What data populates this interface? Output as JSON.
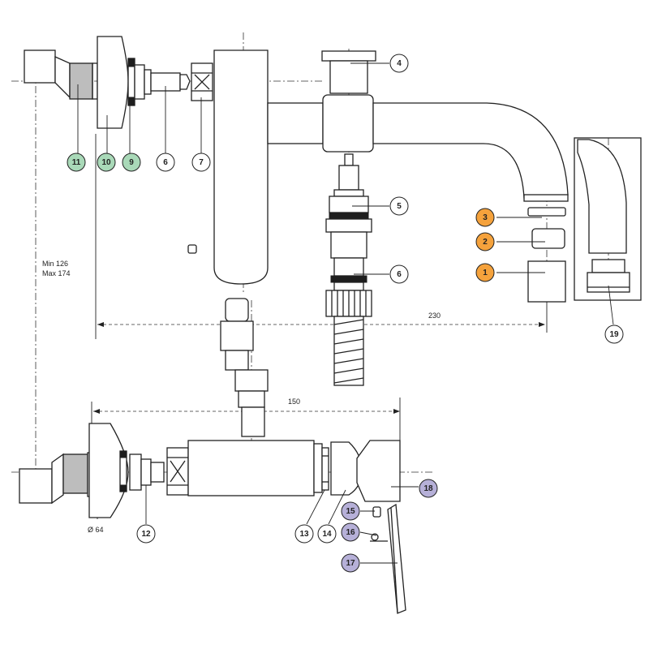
{
  "colors": {
    "green": "#a9d9b8",
    "orange": "#f5a23c",
    "purple": "#b6b0d8",
    "white": "#ffffff"
  },
  "labels": [
    {
      "text": "1",
      "color": "orange"
    },
    {
      "text": "2",
      "color": "orange"
    },
    {
      "text": "3",
      "color": "orange"
    },
    {
      "text": "4",
      "color": "white"
    },
    {
      "text": "5",
      "color": "white"
    },
    {
      "text": "6",
      "color": "white"
    },
    {
      "text": "6",
      "color": "white"
    },
    {
      "text": "7",
      "color": "white"
    },
    {
      "text": "9",
      "color": "green"
    },
    {
      "text": "10",
      "color": "green"
    },
    {
      "text": "11",
      "color": "green"
    },
    {
      "text": "12",
      "color": "white"
    },
    {
      "text": "13",
      "color": "white"
    },
    {
      "text": "14",
      "color": "white"
    },
    {
      "text": "15",
      "color": "purple"
    },
    {
      "text": "16",
      "color": "purple"
    },
    {
      "text": "17",
      "color": "purple"
    },
    {
      "text": "18",
      "color": "purple"
    },
    {
      "text": "19",
      "color": "white"
    }
  ],
  "dimensions": {
    "min": "Min 126",
    "max": "Max 174",
    "length_top": "230",
    "length_bottom": "150",
    "diameter": "Ø 64"
  }
}
